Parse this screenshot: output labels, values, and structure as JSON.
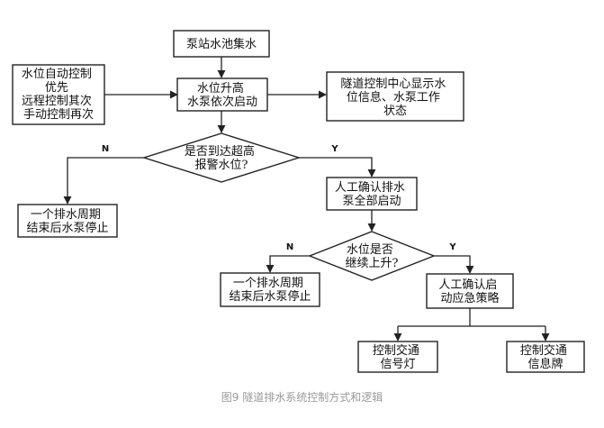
{
  "nodes": {
    "pool": {
      "lines": [
        "泵站水池集水"
      ]
    },
    "priority": {
      "lines": [
        "水位自动控制",
        "优先",
        "远程控制其次",
        "手动控制再次"
      ]
    },
    "water_rise": {
      "lines": [
        "水位升高",
        "水泵依次启动"
      ]
    },
    "tunnel_center": {
      "lines": [
        "隧道控制中心显示水",
        "位信息、水泵工作",
        "状态"
      ]
    },
    "alarm_check": {
      "lines": [
        "是否到达超高",
        "报警水位?"
      ]
    },
    "stop_left": {
      "lines": [
        "一个排水周期",
        "结束后水泵停止"
      ]
    },
    "manual_all": {
      "lines": [
        "人工确认排水",
        "泵全部启动"
      ]
    },
    "continue_check": {
      "lines": [
        "水位是否",
        "继续上升?"
      ]
    },
    "stop_mid": {
      "lines": [
        "一个排水周期",
        "结束后水泵停止"
      ]
    },
    "emergency": {
      "lines": [
        "人工确认启",
        "动应急策略"
      ]
    },
    "traffic_light": {
      "lines": [
        "控制交通",
        "信号灯"
      ]
    },
    "info_board": {
      "lines": [
        "控制交通",
        "信息牌"
      ]
    }
  },
  "edge_labels": {
    "alarm_no": "N",
    "alarm_yes": "Y",
    "continue_no": "N",
    "continue_yes": "Y"
  },
  "caption": "图9 隧道排水系统控制方式和逻辑"
}
